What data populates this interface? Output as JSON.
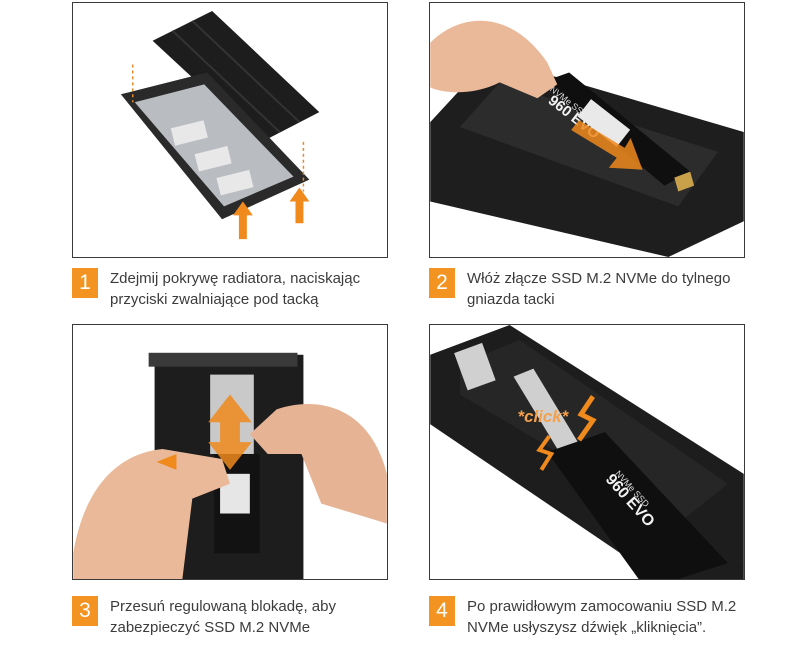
{
  "steps": [
    {
      "number": "1",
      "caption": "Zdejmij pokrywę radiatora, naciskając przyciski zwalniające pod tacką"
    },
    {
      "number": "2",
      "caption": "Włóż złącze SSD M.2 NVMe do tylnego gniazda tacki"
    },
    {
      "number": "3",
      "caption": "Przesuń regulowaną blokadę, aby zabezpieczyć SSD M.2 NVMe"
    },
    {
      "number": "4",
      "caption": "Po prawidłowym zamocowaniu SSD M.2 NVMe usłyszysz dźwięk „kliknięcia”."
    }
  ],
  "ssd_label": {
    "line1": "NVMe SSD",
    "line2": "960 EVO"
  },
  "click_label": "*click*",
  "colors": {
    "accent": "#f39422",
    "arrow": "#f08a1c",
    "frame": "#3a3a3a",
    "tray": "#1e1e1e"
  }
}
